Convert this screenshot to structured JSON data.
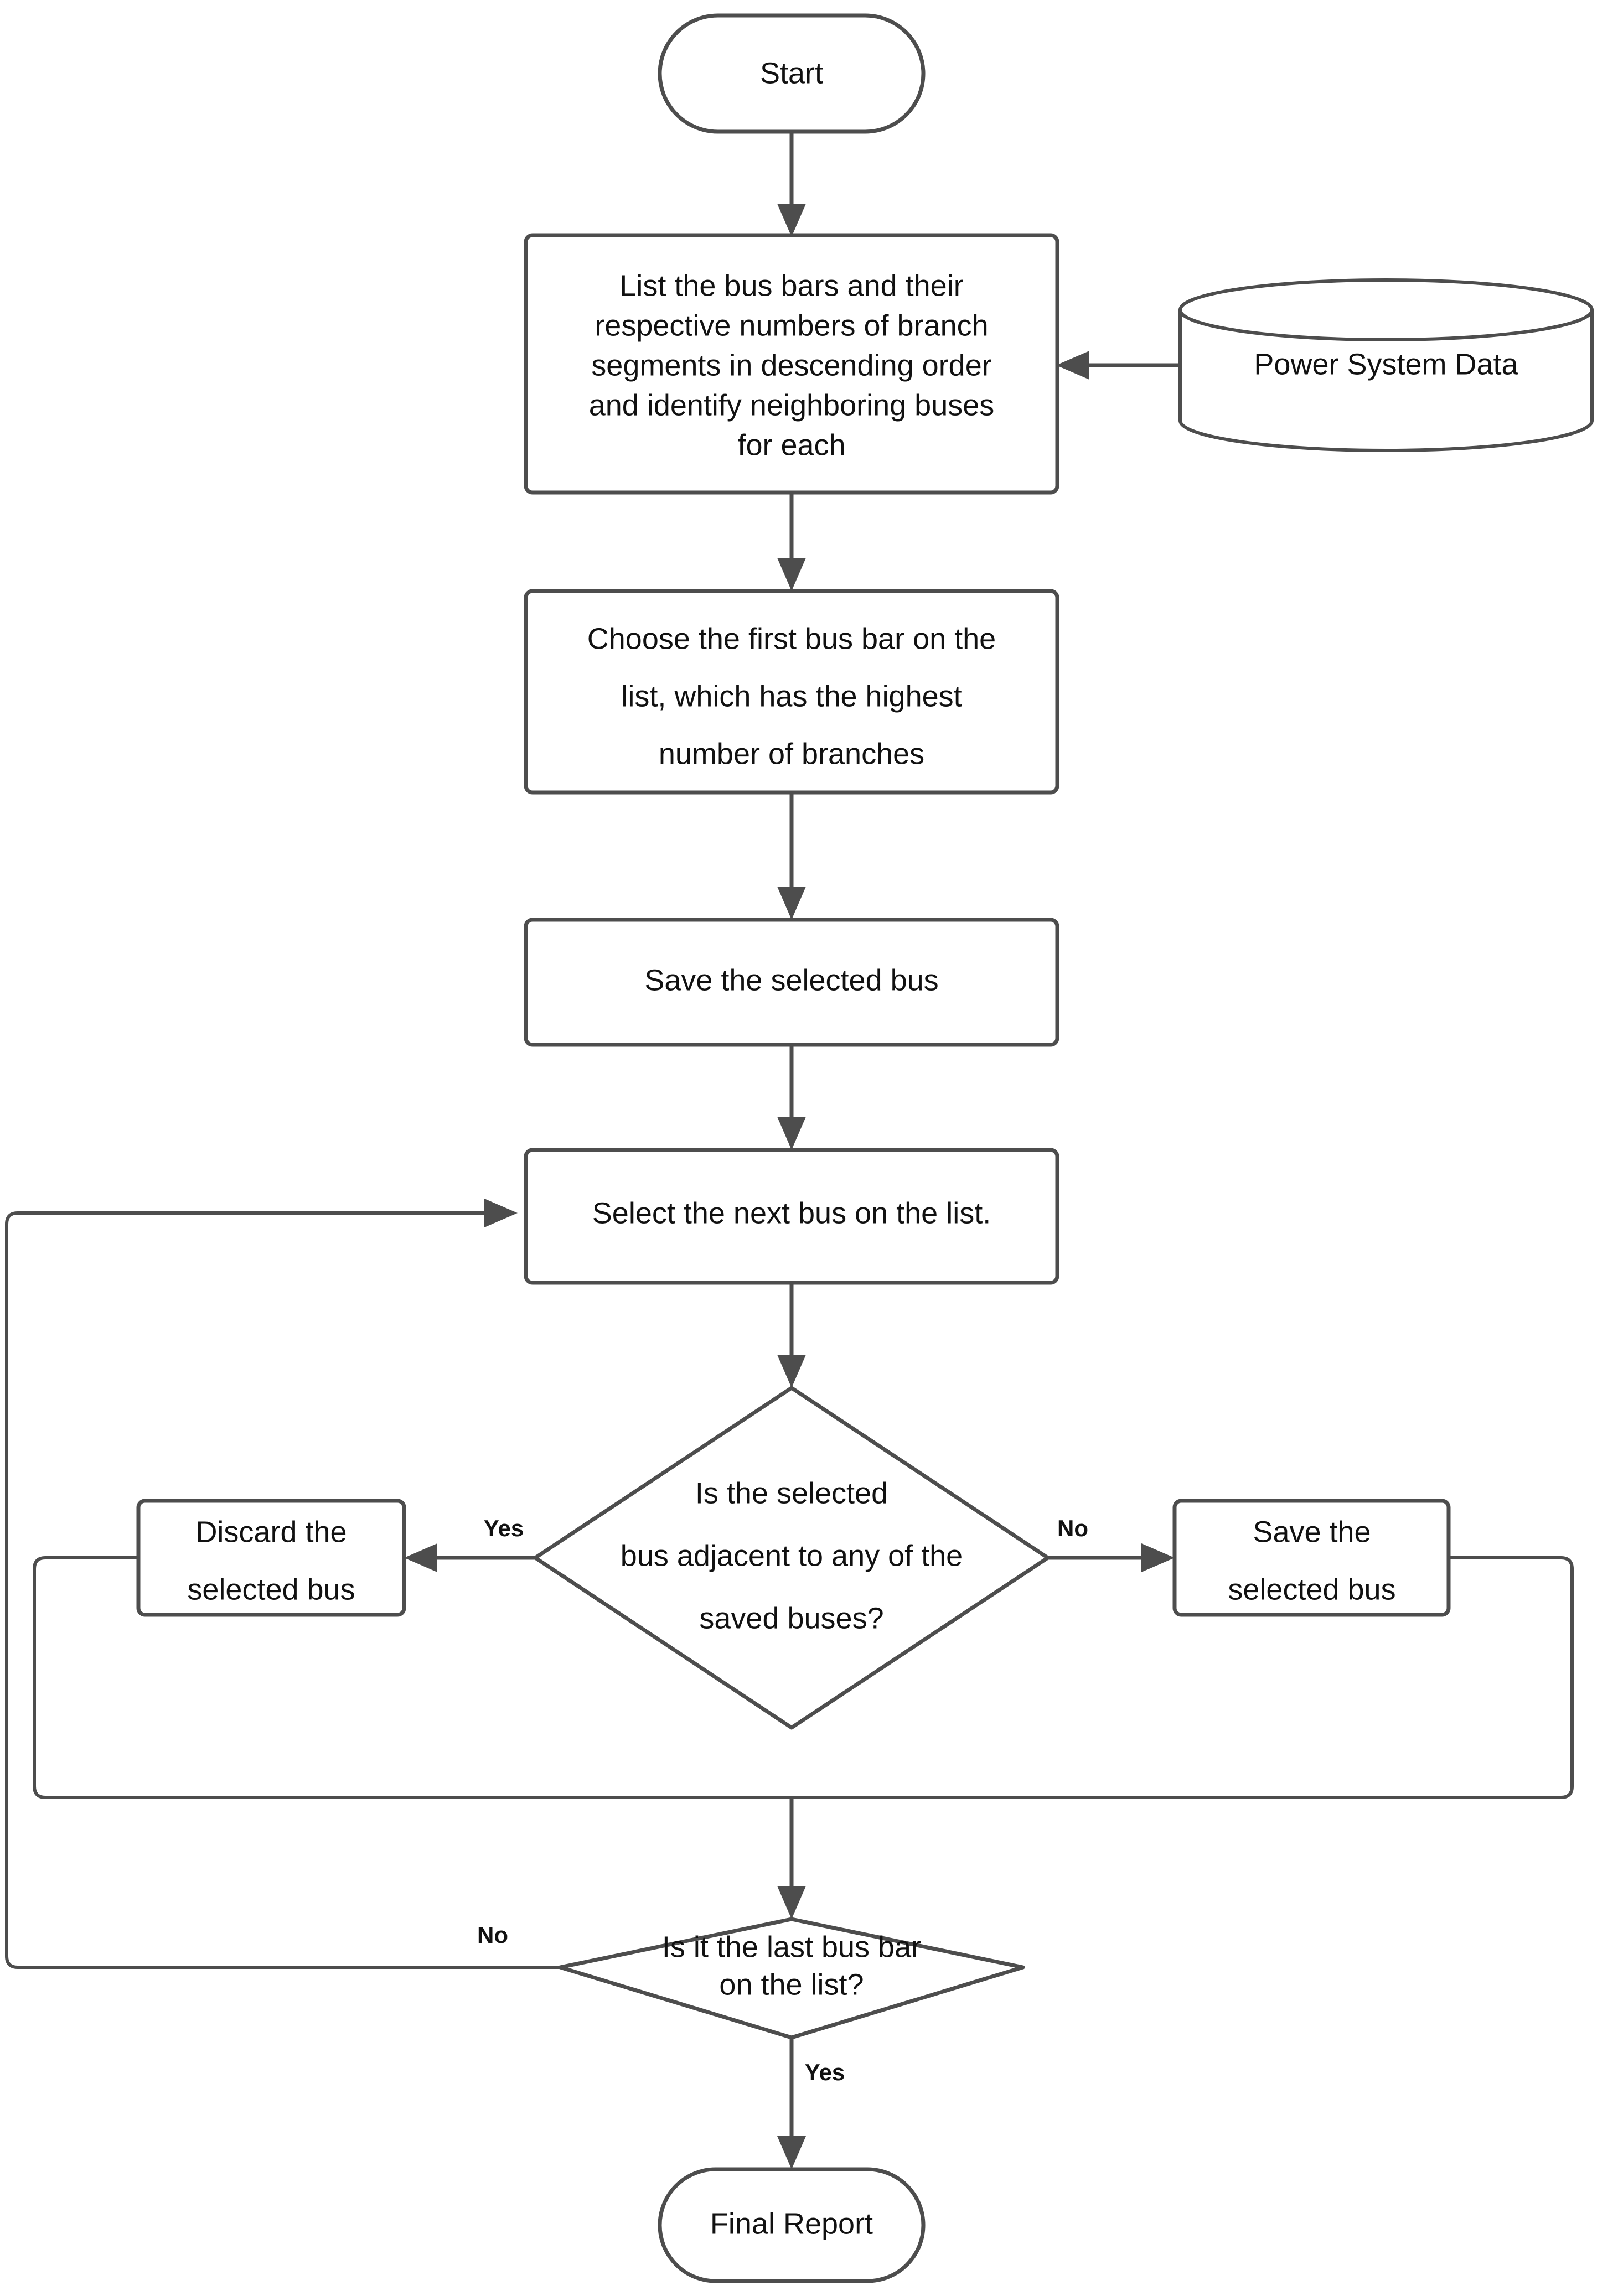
{
  "diagram": {
    "title": "Bus bar selection flowchart",
    "type": "flowchart",
    "background_color": "#ffffff",
    "stroke_color": "#4d4d4d",
    "text_color": "#111111"
  },
  "nodes": {
    "start": {
      "label": "Start",
      "shape": "terminator"
    },
    "list_buses": {
      "shape": "process",
      "lines": [
        "List the bus bars and their",
        "respective numbers of branch",
        "segments in descending order",
        "and identify neighboring buses",
        "for each"
      ]
    },
    "power_system_data": {
      "label": "Power System Data",
      "shape": "database"
    },
    "choose_first": {
      "shape": "process",
      "lines": [
        "Choose the first bus bar on the",
        "list, which has the highest",
        "number of branches"
      ]
    },
    "save_selected_bus": {
      "shape": "process",
      "lines": [
        "Save the selected bus"
      ]
    },
    "select_next_bus": {
      "shape": "process",
      "lines": [
        "Select the next bus on the list."
      ]
    },
    "adjacency_decision": {
      "shape": "decision",
      "lines": [
        "Is the selected",
        "bus  adjacent to any of the",
        "saved buses?"
      ]
    },
    "discard_bus": {
      "shape": "process",
      "lines": [
        "Discard the",
        "selected bus"
      ]
    },
    "save_bus_branch": {
      "shape": "process",
      "lines": [
        "Save the",
        "selected  bus"
      ]
    },
    "last_bus_decision": {
      "shape": "decision",
      "lines": [
        "Is it the last bus bar",
        "on the list?"
      ]
    },
    "final_report": {
      "label": "Final Report",
      "shape": "terminator"
    }
  },
  "edge_labels": {
    "adjacency_yes": "Yes",
    "adjacency_no": "No",
    "last_bus_no": "No",
    "last_bus_yes": "Yes"
  }
}
